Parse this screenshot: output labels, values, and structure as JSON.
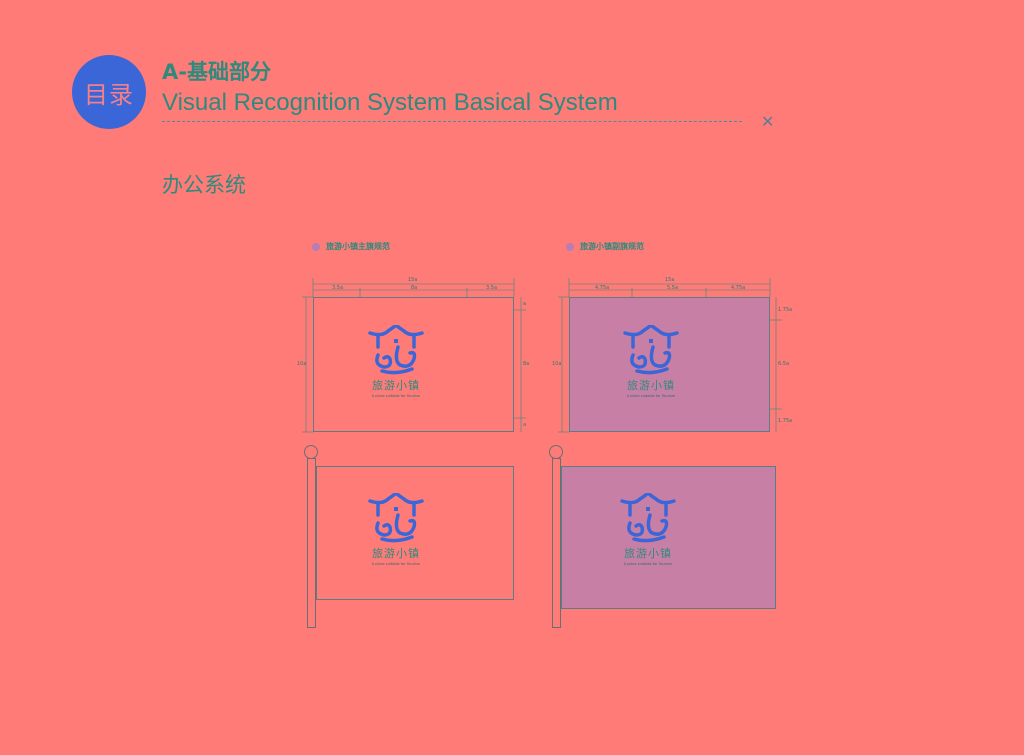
{
  "header": {
    "badge": "目录",
    "section": "A-基础部分",
    "title": "Visual Recognition System Basical System",
    "close_icon": "close-icon"
  },
  "subtitle": "办公系统",
  "main_flag": {
    "label": "旅游小镇主旗规范",
    "width": "15a",
    "left": "3.5a",
    "center": "8a",
    "right": "3.5a",
    "height": "10a",
    "top": "a",
    "middle": "8a",
    "bottom": "a"
  },
  "secondary_flag": {
    "label": "旅游小镇副旗规范",
    "width": "15a",
    "left": "4.75a",
    "center": "5.5a",
    "right": "4.75a",
    "height": "10a",
    "top": "1.75a",
    "middle": "6.5a",
    "bottom": "1.75a"
  },
  "logo": {
    "name_cn": "旅游小镇",
    "name_en": "A place suitable for Tourism"
  },
  "colors": {
    "background": "#fe7b78",
    "text": "#2f8a7e",
    "badge": "#3a66d8",
    "secondary_flag": "#c87fa5"
  }
}
